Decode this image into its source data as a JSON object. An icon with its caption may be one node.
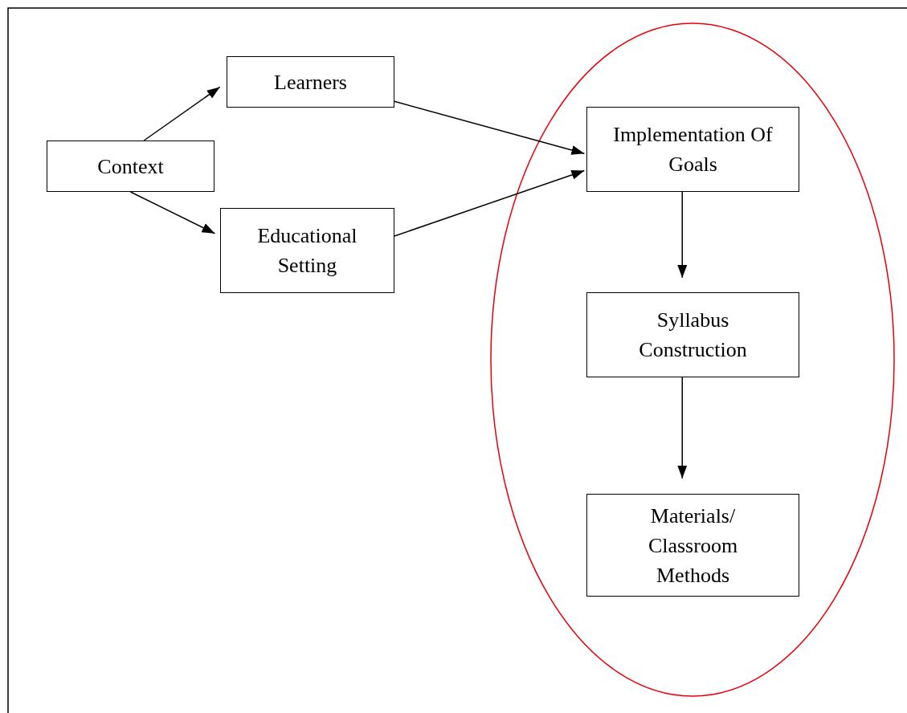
{
  "diagram": {
    "nodes": [
      {
        "text": [
          "Context"
        ]
      },
      {
        "text": [
          "Learners"
        ]
      },
      {
        "text": [
          "Educational Setting"
        ]
      },
      {
        "text": [],
        "shape": "ellipse"
      },
      {
        "text": [
          "Implementation Of Goals"
        ],
        "in": 3
      },
      {
        "text": [
          "Syllabus Construction"
        ],
        "in": 3
      },
      {
        "text": [
          "Materials/ Classroom Methods"
        ],
        "in": 3
      }
    ],
    "edges": [
      {
        "from": 0,
        "to": 1,
        "arrow": "to"
      },
      {
        "from": 0,
        "to": 2,
        "arrow": "to"
      },
      {
        "from": 1,
        "to": 4,
        "arrow": "to"
      },
      {
        "from": 2,
        "to": 4,
        "arrow": "to"
      },
      {
        "from": 4,
        "to": 5,
        "arrow": "to"
      },
      {
        "from": 5,
        "to": 6,
        "arrow": "to"
      }
    ]
  }
}
